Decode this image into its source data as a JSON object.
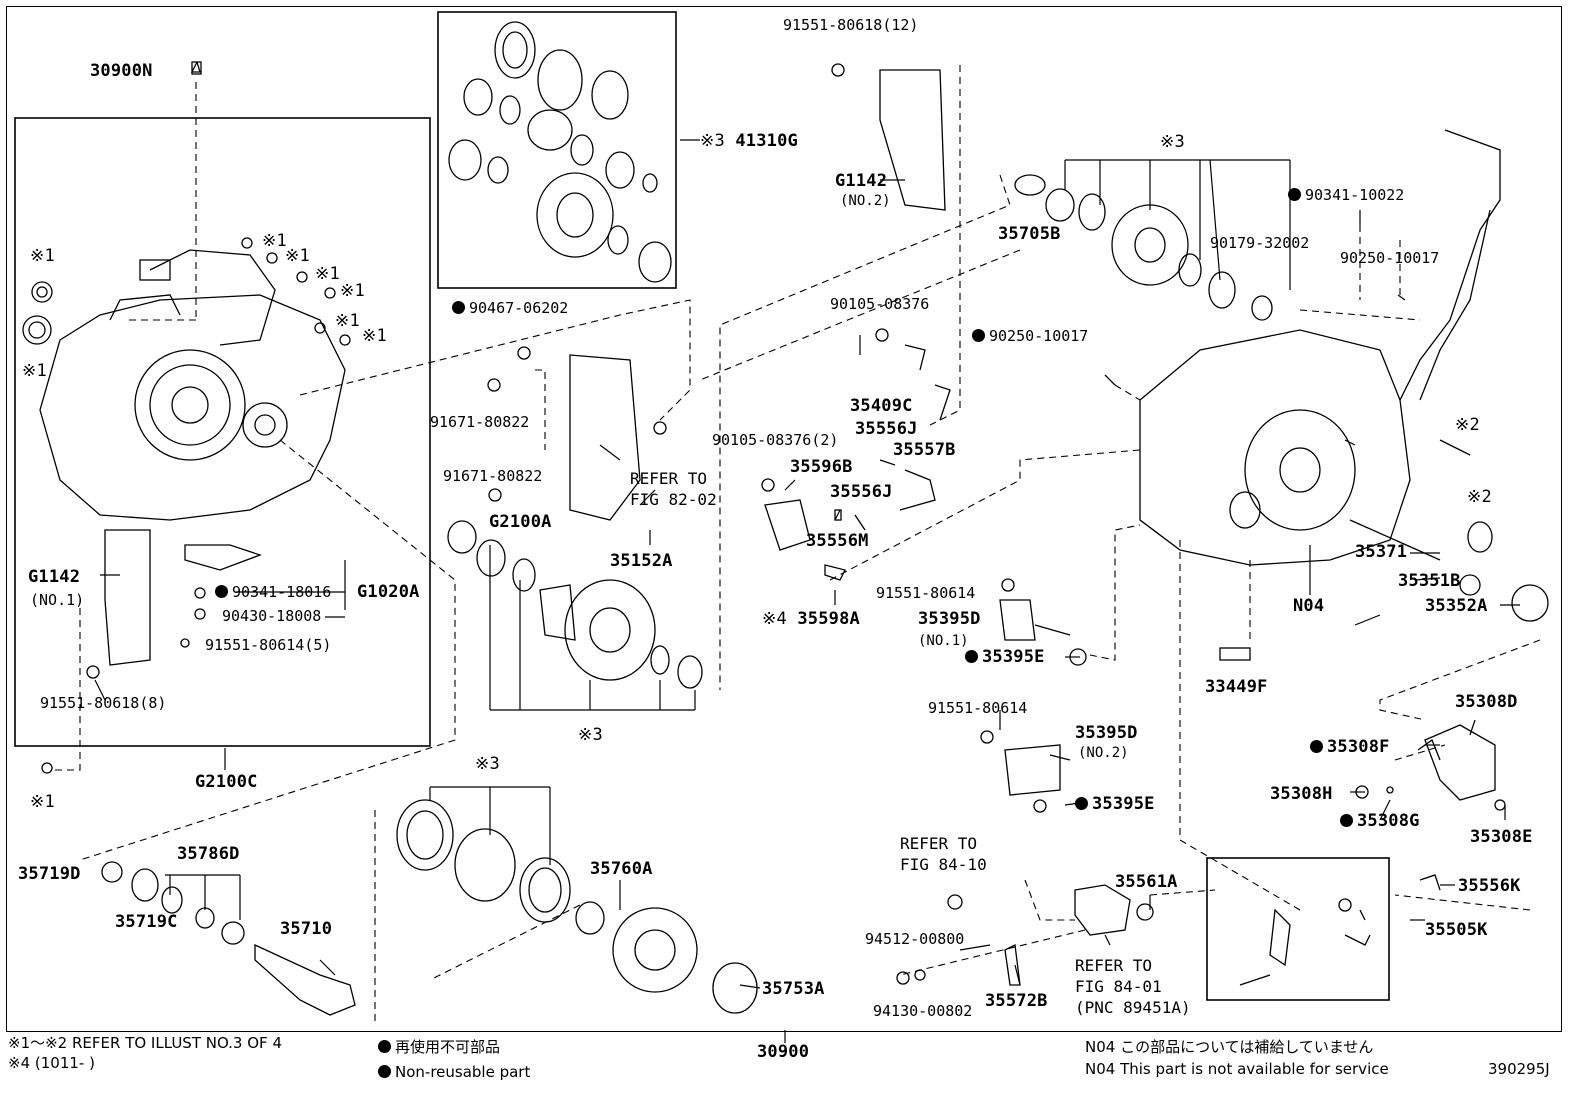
{
  "diagram": {
    "callouts": {
      "c_30900N": "30900N",
      "c_41310G": "41310G",
      "c_91551_12": "91551-80618(12)",
      "c_G1142_no2": "G1142",
      "c_no2_a": "(NO.2)",
      "c_35705B": "35705B",
      "c_90341_10022": "90341-10022",
      "c_90179": "90179-32002",
      "c_90250_a": "90250-10017",
      "c_90250_b": "90250-10017",
      "c_90467": "90467-06202",
      "c_90105_a": "90105-08376",
      "c_91671_a": "91671-80822",
      "c_91671_b": "91671-80822",
      "c_35409C": "35409C",
      "c_35556J_a": "35556J",
      "c_35557B": "35557B",
      "c_90105_2": "90105-08376(2)",
      "c_35596B": "35596B",
      "c_35556J_b": "35556J",
      "c_refer_8202_a": "REFER TO",
      "c_refer_8202_b": "FIG 82-02",
      "c_G2100A": "G2100A",
      "c_35556M": "35556M",
      "c_35152A": "35152A",
      "c_35598A": "35598A",
      "c_91551_80614_a": "91551-80614",
      "c_35395D_a": "35395D",
      "c_no1_a": "(NO.1)",
      "c_35395E_a": "35395E",
      "c_35371": "35371",
      "c_35351B": "35351B",
      "c_35352A": "35352A",
      "c_N04": "N04",
      "c_33449F": "33449F",
      "c_G1142_no1": "G1142",
      "c_no1_b": "(NO.1)",
      "c_90341_18016": "90341-18016",
      "c_G1020A": "G1020A",
      "c_90430": "90430-18008",
      "c_91551_5": "91551-80614(5)",
      "c_91551_8": "91551-80618(8)",
      "c_G2100C": "G2100C",
      "c_91551_80614_b": "91551-80614",
      "c_35395D_b": "35395D",
      "c_no2_b": "(NO.2)",
      "c_35395E_b": "35395E",
      "c_35308D": "35308D",
      "c_35308F": "35308F",
      "c_35308H": "35308H",
      "c_35308G": "35308G",
      "c_35308E": "35308E",
      "c_35719D": "35719D",
      "c_35786D": "35786D",
      "c_35719C": "35719C",
      "c_35710": "35710",
      "c_35760A": "35760A",
      "c_35753A": "35753A",
      "c_refer_8410_a": "REFER TO",
      "c_refer_8410_b": "FIG 84-10",
      "c_94512": "94512-00800",
      "c_94130": "94130-00802",
      "c_35572B": "35572B",
      "c_35561A": "35561A",
      "c_refer_8401_a": "REFER TO",
      "c_refer_8401_b": "FIG 84-01",
      "c_refer_8401_c": "(PNC 89451A)",
      "c_35556K": "35556K",
      "c_35505K": "35505K",
      "c_30900": "30900"
    },
    "marks": {
      "m3": "※3",
      "m1": "※1",
      "m2": "※2",
      "m4": "※4"
    },
    "footer": {
      "note1": "※1～※2 REFER TO ILLUST NO.3 OF 4",
      "note2": "※4 (1011-      )",
      "legend_jp": "再使用不可部品",
      "legend_en": "Non-reusable part",
      "n04_jp": "N04  この部品については補給していません",
      "n04_en": "N04  This part is not available for service",
      "illust_no": "390295J"
    }
  }
}
